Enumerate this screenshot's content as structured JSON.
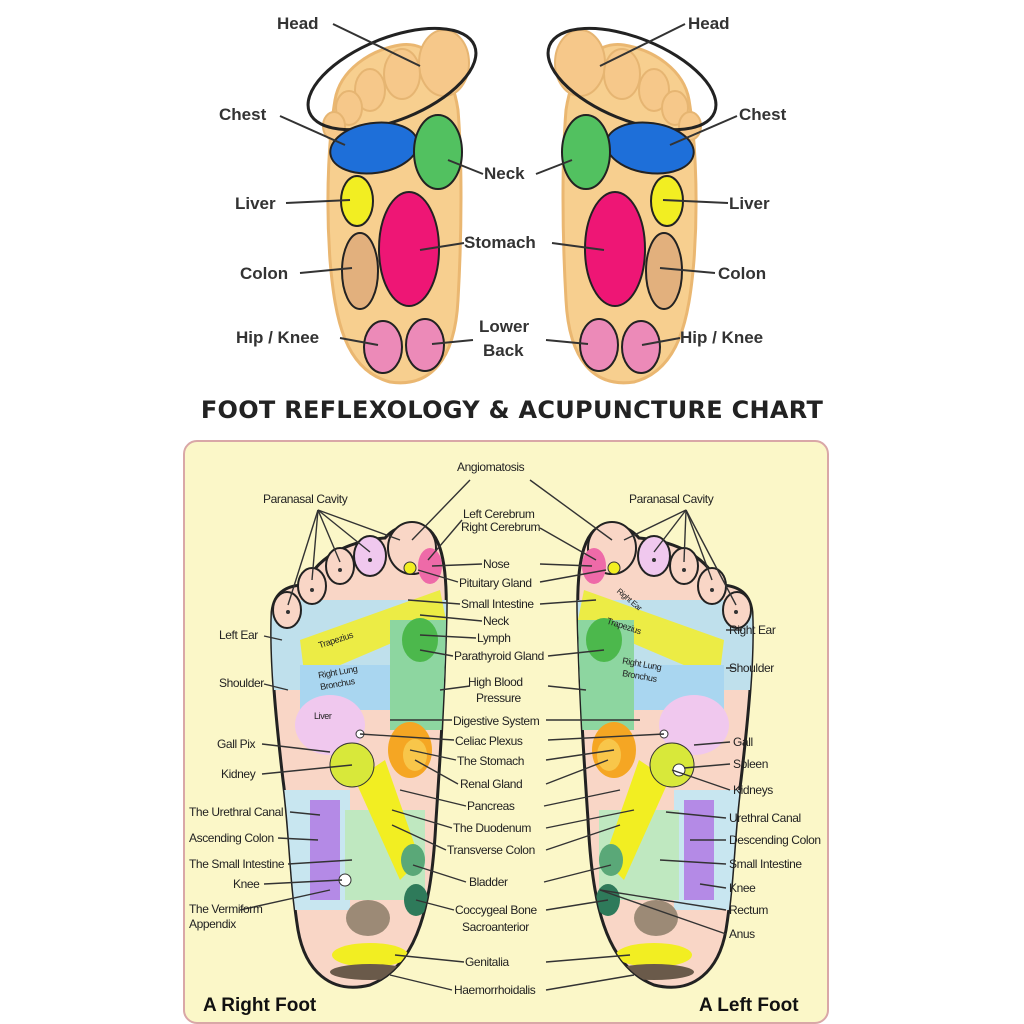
{
  "title": "FOOT REFLEXOLOGY & ACUPUNCTURE CHART",
  "top_labels": {
    "head": "Head",
    "chest": "Chest",
    "neck": "Neck",
    "liver": "Liver",
    "stomach": "Stomach",
    "colon": "Colon",
    "hip_knee": "Hip / Knee",
    "lower_back_line1": "Lower",
    "lower_back_line2": "Back"
  },
  "bottom_labels": {
    "angiomatosis": "Angiomatosis",
    "paranasal_right": "Paranasal Cavity",
    "paranasal_left": "Paranasal Cavity",
    "left_cerebrum": "Left Cerebrum",
    "right_cerebrum": "Right Cerebrum",
    "nose": "Nose",
    "pituitary": "Pituitary Gland",
    "small_intestine_top": "Small Intestine",
    "neck": "Neck",
    "lymph": "Lymph",
    "parathyroid": "Parathyroid Gland",
    "high_bp_1": "High Blood",
    "high_bp_2": "Pressure",
    "digestive": "Digestive System",
    "celiac": "Celiac Plexus",
    "stomach": "The Stomach",
    "renal": "Renal Gland",
    "pancreas": "Pancreas",
    "duodenum": "The Duodenum",
    "transverse": "Transverse Colon",
    "bladder": "Bladder",
    "coccygeal_1": "Coccygeal Bone",
    "coccygeal_2": "Sacroanterior",
    "genitalia": "Genitalia",
    "haemorrhoidalis": "Haemorrhoidalis",
    "left_ear": "Left Ear",
    "shoulder_r": "Shoulder",
    "gall_pix": "Gall Pix",
    "kidney": "Kidney",
    "urethral_r": "The Urethral Canal",
    "ascending": "Ascending Colon",
    "small_int_r": "The Small Intestine",
    "knee_r": "Knee",
    "vermiform_1": "The Vermiform",
    "vermiform_2": "Appendix",
    "right_ear": "Right Ear",
    "shoulder_l": "Shoulder",
    "gall": "Gall",
    "spleen": "Spleen",
    "kidneys": "Kidneys",
    "urethral_l": "Urethral Canal",
    "descending": "Descending Colon",
    "small_int_l": "Small Intestine",
    "knee_l": "Knee",
    "rectum": "Rectum",
    "anus": "Anus",
    "trapezius_r": "Trapezius",
    "lung_r_1": "Right Lung",
    "lung_r_2": "Bronchus",
    "liver_r": "Liver",
    "trapezius_l": "Trapezius",
    "lung_l_1": "Right Lung",
    "lung_l_2": "Bronchus",
    "right_ear_inner": "Right Ear"
  },
  "foot_names": {
    "right": "A Right Foot",
    "left": "A Left Foot"
  }
}
